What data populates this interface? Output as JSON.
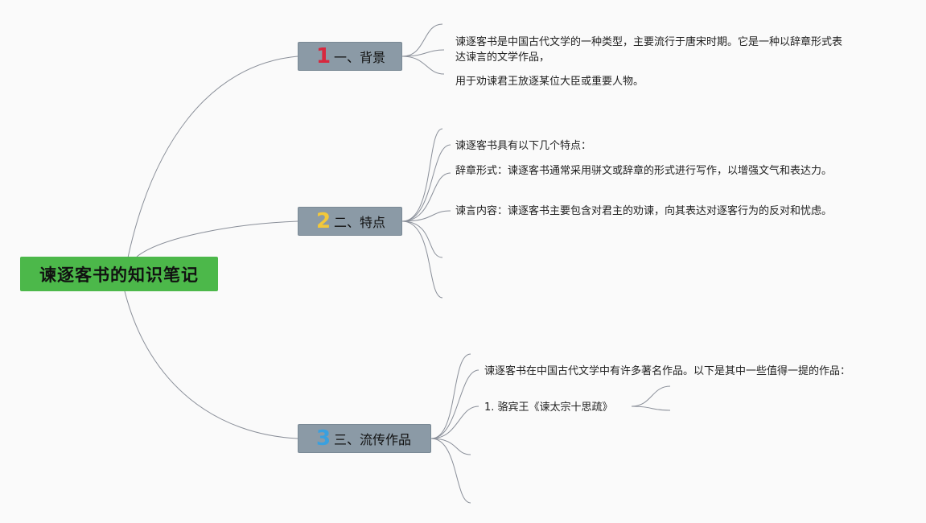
{
  "root": {
    "title": "谏逐客书的知识笔记"
  },
  "branches": [
    {
      "num": "1",
      "label": "一、背景",
      "color": "#d8283e",
      "notes": [
        "谏逐客书是中国古代文学的一种类型，主要流行于唐宋时期。它是一种以辞章形式表达谏言的文学作品，",
        "用于劝谏君王放逐某位大臣或重要人物。"
      ]
    },
    {
      "num": "2",
      "label": "二、特点",
      "color": "#f3c83a",
      "notes": [
        "谏逐客书具有以下几个特点：",
        "辞章形式：谏逐客书通常采用骈文或辞章的形式进行写作，以增强文气和表达力。",
        "谏言内容：谏逐客书主要包含对君主的劝谏，向其表达对逐客行为的反对和忧虑。"
      ]
    },
    {
      "num": "3",
      "label": "三、流传作品",
      "color": "#3aa0df",
      "notes": [
        "谏逐客书在中国古代文学中有许多著名作品。以下是其中一些值得一提的作品：",
        "1. 骆宾王《谏太宗十思疏》"
      ]
    }
  ]
}
